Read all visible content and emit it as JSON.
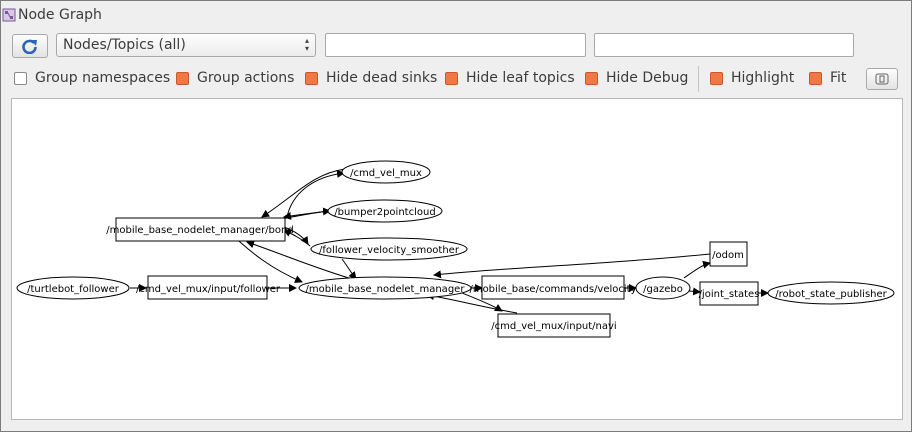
{
  "window": {
    "title": "Node Graph"
  },
  "toolbar": {
    "refresh_icon": "refresh-icon",
    "mode_select": "Nodes/Topics (all)",
    "filter_value": "",
    "filter2_value": ""
  },
  "options": [
    {
      "label": "Group namespaces",
      "checked": false
    },
    {
      "label": "Group actions",
      "checked": true
    },
    {
      "label": "Hide dead sinks",
      "checked": true
    },
    {
      "label": "Hide leaf topics",
      "checked": true
    },
    {
      "label": "Hide Debug",
      "checked": true
    },
    {
      "label": "Highlight",
      "checked": true
    },
    {
      "label": "Fit",
      "checked": true
    }
  ],
  "colors": {
    "accent": "#f07746",
    "background": "#efefef",
    "canvas": "#ffffff"
  },
  "graph": {
    "nodes": [
      {
        "id": "cmd_vel_mux",
        "label": "/cmd_vel_mux",
        "kind": "node"
      },
      {
        "id": "bumper",
        "label": "/bumper2pointcloud",
        "kind": "node"
      },
      {
        "id": "bond",
        "label": "/mobile_base_nodelet_manager/bond",
        "kind": "topic"
      },
      {
        "id": "smoother",
        "label": "/follower_velocity_smoother",
        "kind": "node"
      },
      {
        "id": "follower",
        "label": "/turtlebot_follower",
        "kind": "node"
      },
      {
        "id": "mux_follower",
        "label": "/cmd_vel_mux/input/follower",
        "kind": "topic"
      },
      {
        "id": "manager",
        "label": "/mobile_base_nodelet_manager",
        "kind": "node"
      },
      {
        "id": "velocity",
        "label": "/mobile_base/commands/velocity",
        "kind": "topic"
      },
      {
        "id": "gazebo",
        "label": "/gazebo",
        "kind": "node"
      },
      {
        "id": "odom",
        "label": "/odom",
        "kind": "topic"
      },
      {
        "id": "joint_states",
        "label": "/joint_states",
        "kind": "topic"
      },
      {
        "id": "rsp",
        "label": "/robot_state_publisher",
        "kind": "node"
      },
      {
        "id": "navi",
        "label": "/cmd_vel_mux/input/navi",
        "kind": "topic"
      }
    ]
  }
}
